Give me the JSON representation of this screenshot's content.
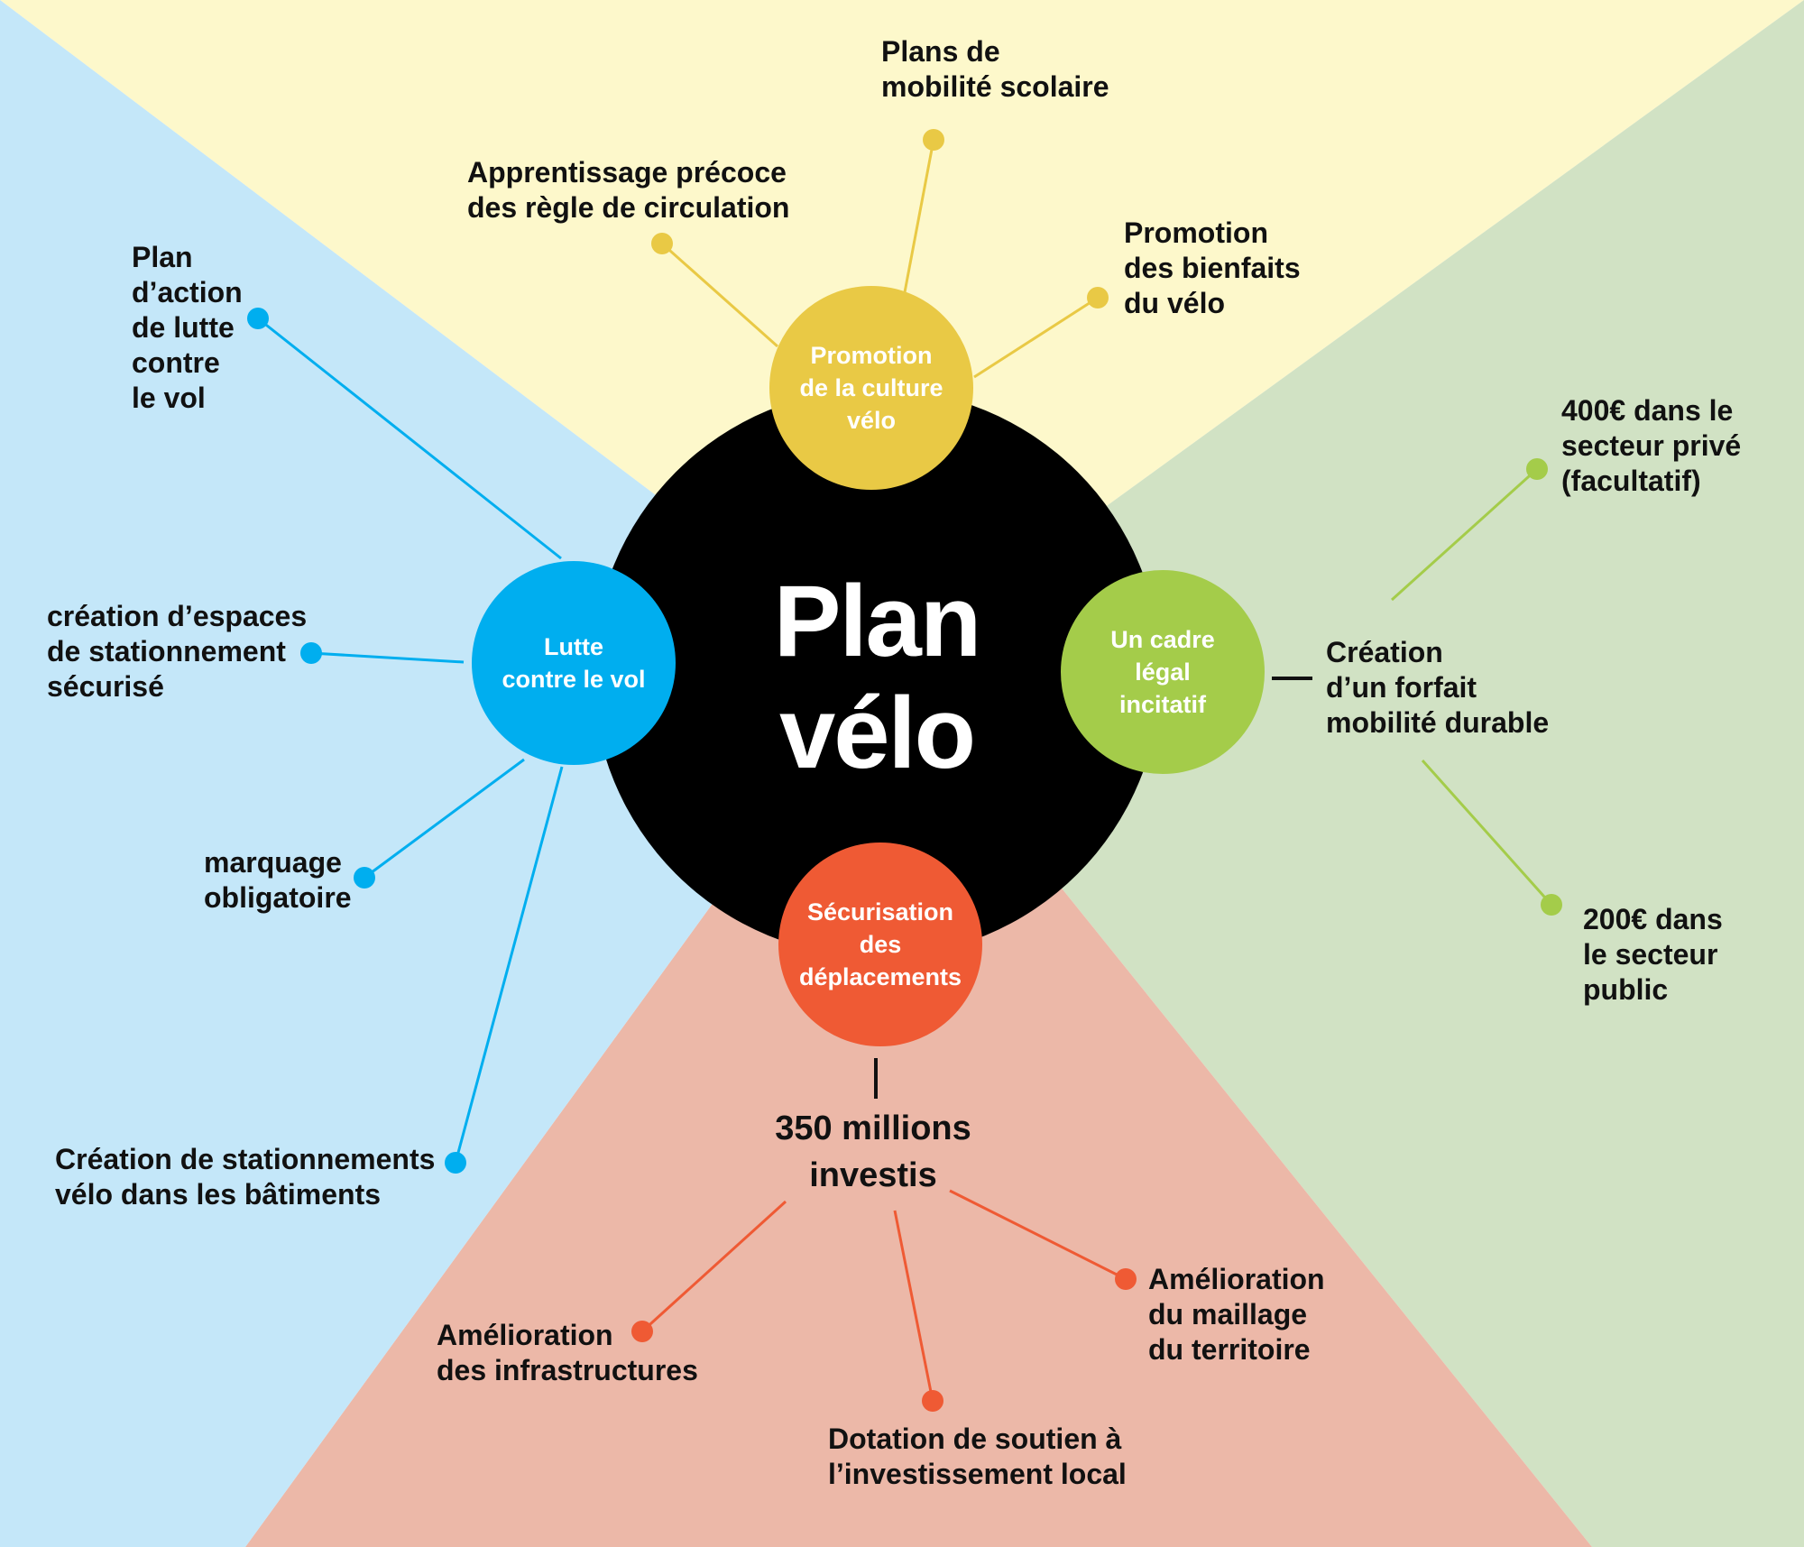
{
  "colors": {
    "blue_bg": "#c4e7f9",
    "yellow_bg": "#fdf8cb",
    "green_bg": "#d1e2c4",
    "red_bg": "#ecb8a8",
    "center": "#000000",
    "blue": "#00aeef",
    "yellow": "#e9c945",
    "green": "#a4cc4a",
    "red": "#ef5a34"
  },
  "center": {
    "title": "Plan\nvélo"
  },
  "hubs": {
    "culture": "Promotion\nde la culture\nvélo",
    "vol": "Lutte\ncontre le vol",
    "legal": "Un cadre\nlégal\nincitatif",
    "securisation": "Sécurisation\ndes\ndéplacements"
  },
  "culture_items": {
    "scolaire": "Plans de\nmobilité scolaire",
    "apprentissage": "Apprentissage précoce\ndes règle de circulation",
    "bienfaits": "Promotion\ndes bienfaits\ndu vélo"
  },
  "vol_items": {
    "plan_action": "Plan\nd’action\nde lutte\ncontre\nle vol",
    "espaces": "création d’espaces\nde stationnement\nsécurisé",
    "marquage": "marquage\nobligatoire",
    "batiments": "Création de stationnements\nvélo dans les bâtiments"
  },
  "legal_items": {
    "forfait": "Création\nd’un forfait\nmobilité durable",
    "prive": "400€ dans le\nsecteur privé\n(facultatif)",
    "public": "200€ dans\nle secteur\npublic"
  },
  "securisation_items": {
    "investis": "350 millions\ninvestis",
    "infrastructures": "Amélioration\ndes infrastructures",
    "dotation": "Dotation de soutien à\nl’investissement local",
    "maillage": "Amélioration\ndu maillage\ndu territoire"
  }
}
